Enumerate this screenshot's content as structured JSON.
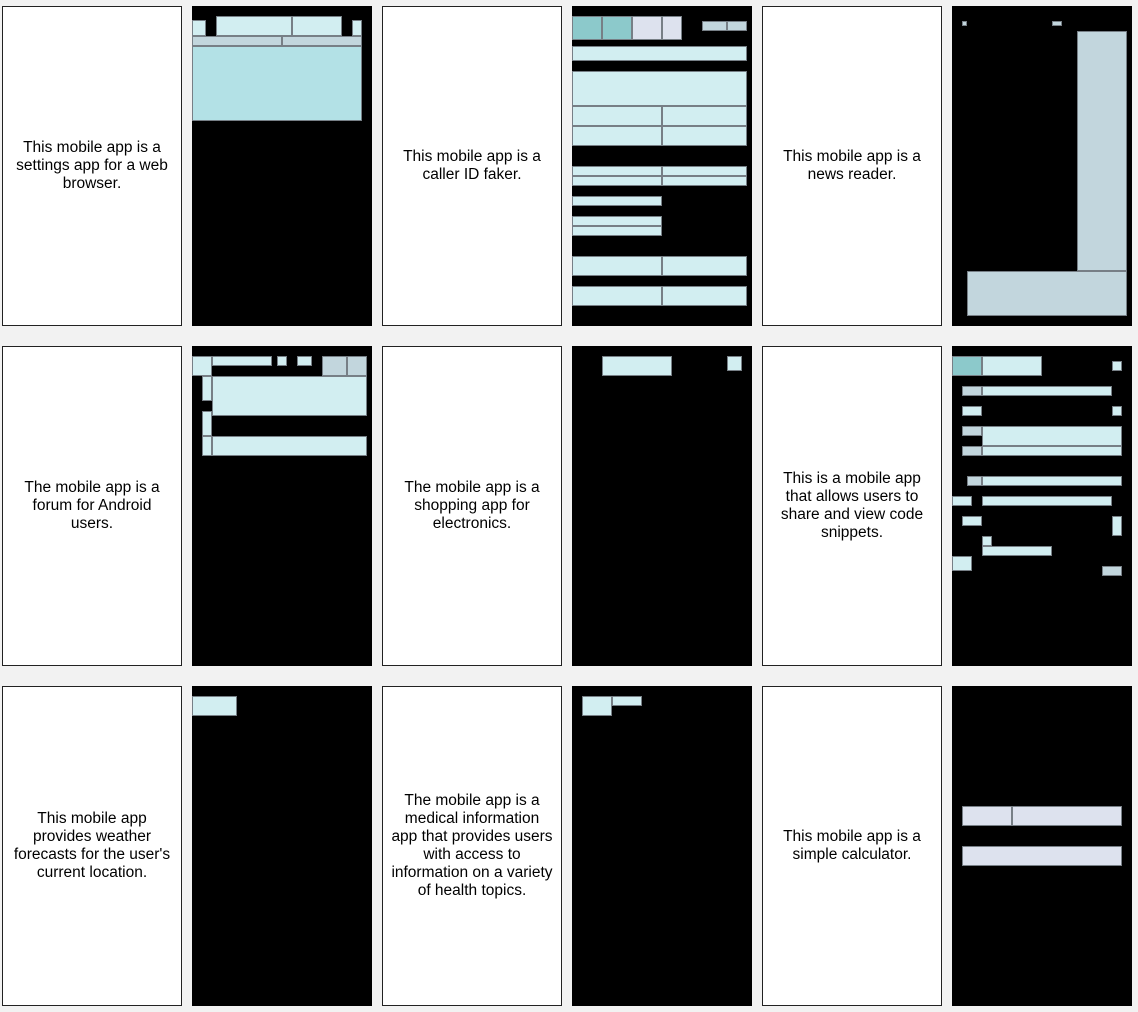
{
  "rows": [
    {
      "cells": [
        {
          "description": "This mobile app is a settings app for a web browser."
        },
        {
          "description": "This mobile app is a caller ID faker."
        },
        {
          "description": "This mobile app is a news reader."
        }
      ]
    },
    {
      "cells": [
        {
          "description": "The mobile app is a forum for Android users."
        },
        {
          "description": "The mobile app is a shopping app for electronics."
        },
        {
          "description": "This is a mobile app that allows users to share and view code snippets."
        }
      ]
    },
    {
      "cells": [
        {
          "description": "This mobile app provides weather forecasts for the user's current location."
        },
        {
          "description": "The mobile app is a medical information app that provides users with access to information on a variety of health topics."
        },
        {
          "description": "This mobile app is a simple calculator."
        }
      ]
    }
  ],
  "colors": {
    "screen_background": "#000000",
    "block_cyan": "#b3e1e6",
    "block_light_cyan": "#d2eef1",
    "block_teal": "#8cc9cb",
    "block_gray_blue": "#c2d6dd",
    "block_lavender": "#dde2ee"
  }
}
